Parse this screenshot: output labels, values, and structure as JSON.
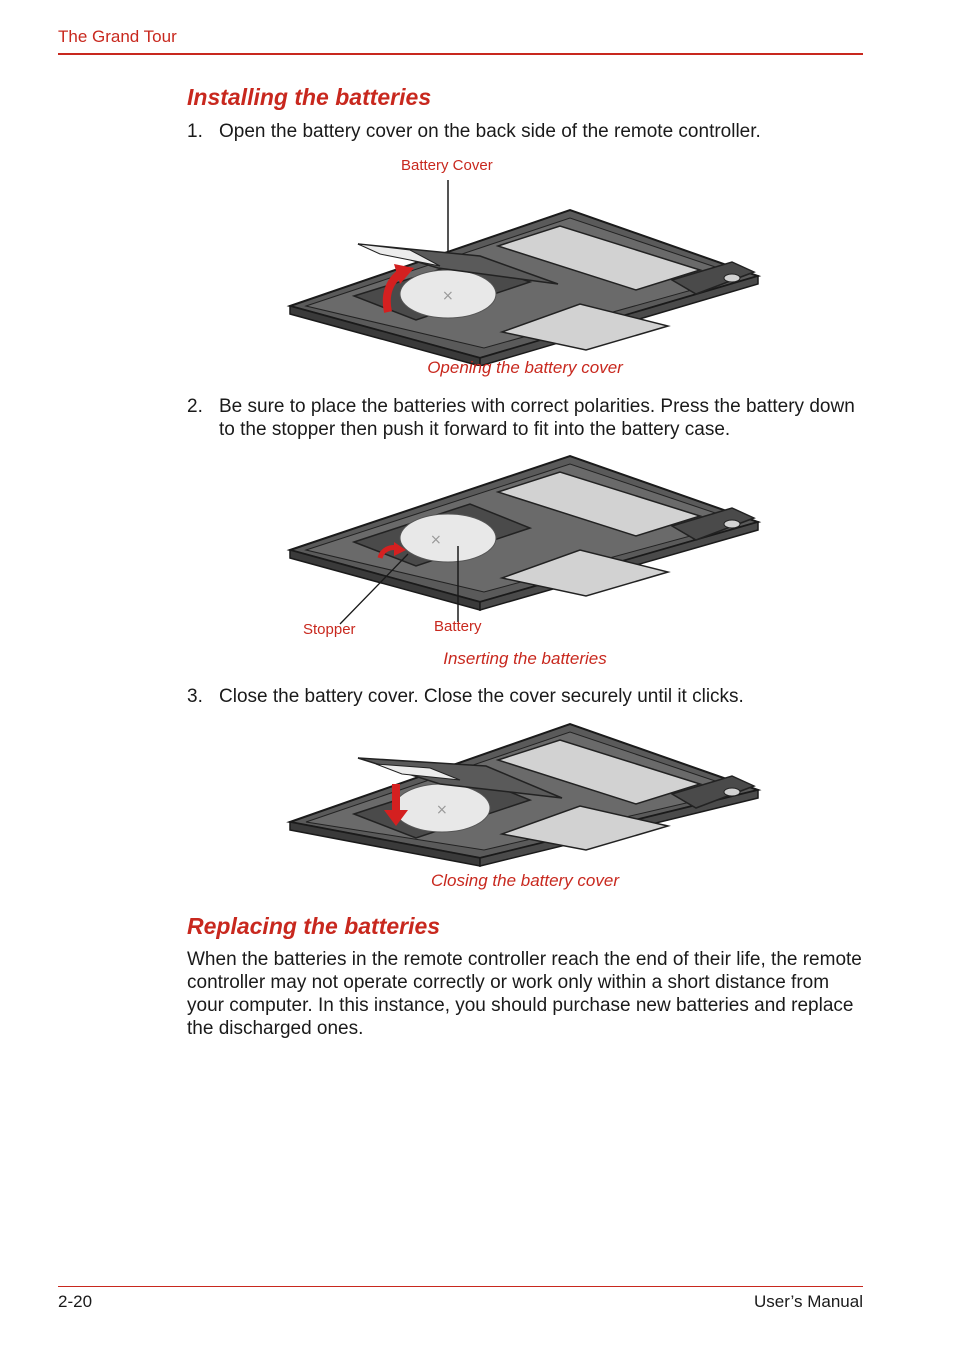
{
  "header": {
    "title": "The Grand Tour"
  },
  "sections": {
    "installing": {
      "heading": "Installing the batteries",
      "steps": [
        {
          "num": "1.",
          "text": "Open the battery cover on the back side of the remote controller."
        },
        {
          "num": "2.",
          "text": "Be sure to place the batteries with correct polarities. Press the battery down to the stopper then push it forward to fit into the battery case."
        },
        {
          "num": "3.",
          "text": "Close the battery cover. Close the cover securely until it clicks."
        }
      ],
      "figures": [
        {
          "caption": "Opening the battery cover",
          "callouts": [
            "Battery Cover"
          ]
        },
        {
          "caption": "Inserting the batteries",
          "callouts": [
            "Stopper",
            "Battery"
          ]
        },
        {
          "caption": "Closing the battery cover",
          "callouts": []
        }
      ]
    },
    "replacing": {
      "heading": "Replacing the batteries",
      "paragraph": "When the batteries in the remote controller reach the end of their life, the remote controller may not operate correctly or work only within a short distance from your computer. In this instance, you should purchase new batteries and replace the discharged ones."
    }
  },
  "footer": {
    "page": "2-20",
    "manual": "User’s Manual"
  },
  "colors": {
    "accent": "#c8281e",
    "device_dark": "#5a5a5a",
    "device_light": "#d2d2d2"
  },
  "icons": [
    "up-arrow-icon",
    "down-arrow-icon",
    "small-up-arrow-icon"
  ]
}
